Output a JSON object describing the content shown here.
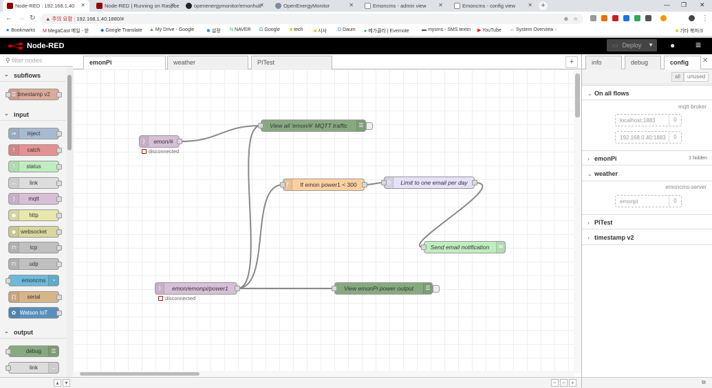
{
  "browser": {
    "tabs": [
      {
        "title": "Node-RED : 192.168.1.40",
        "active": true
      },
      {
        "title": "Node-RED | Running on Raspbe",
        "active": false
      },
      {
        "title": "openenergymonitor/emonhub",
        "active": false
      },
      {
        "title": "OpenEnergyMonitor",
        "active": false
      },
      {
        "title": "Emoncms - admin view",
        "active": false
      },
      {
        "title": "Emoncms - config view",
        "active": false
      }
    ],
    "new_tab": "+",
    "security_label": "주의 요함",
    "url": "192.168.1.40:1880/#",
    "bookmarks": [
      "Bookmarks",
      "MegaCast 메일 - 받",
      "Google Translate",
      "My Drive - Google",
      "설정",
      "NAVER",
      "Google",
      "tech",
      "시사",
      "Daum",
      "메가클라 | Evernote",
      "mysms - SMS textin",
      "YouTube",
      "System Overview -"
    ],
    "other_bookmarks": "기타 북마크",
    "colors": {
      "tab_bar": "#dee1e6",
      "warning": "#c5221f"
    }
  },
  "app": {
    "title": "Node-RED",
    "deploy_label": "Deploy",
    "header_color": "#000000"
  },
  "palette": {
    "filter_placeholder": "filter nodes",
    "categories": [
      {
        "name": "subflows",
        "nodes": [
          "timestamp v2"
        ]
      },
      {
        "name": "input",
        "nodes": [
          "inject",
          "catch",
          "status",
          "link",
          "mqtt",
          "http",
          "websocket",
          "tcp",
          "udp",
          "emoncms",
          "serial",
          "Watson IoT"
        ]
      },
      {
        "name": "output",
        "nodes": [
          "debug",
          "link"
        ]
      }
    ]
  },
  "workspace": {
    "tabs": [
      "emonPi",
      "weather",
      "PITest"
    ],
    "active_tab": "emonPi",
    "add_button": "+",
    "nodes": {
      "mqtt_in_1": {
        "label": "emon/#",
        "status": "disconnected",
        "color": "#d8bfd8"
      },
      "debug_1": {
        "label": "View all 'emon/#' MQTT traffic",
        "color": "#87a980"
      },
      "function_1": {
        "label": "If emon power1 < 300",
        "color": "#fdd0a2"
      },
      "delay_1": {
        "label": "Limit to one email per day",
        "color": "#e6e0f8"
      },
      "email_1": {
        "label": "Send email notification",
        "color": "#c0edc0"
      },
      "mqtt_in_2": {
        "label": "emon/emonpi/power1",
        "status": "disconnected",
        "color": "#d8bfd8"
      },
      "debug_2": {
        "label": "View emonPi power output",
        "color": "#87a980"
      }
    },
    "zoom_buttons": [
      "−",
      "○",
      "+"
    ]
  },
  "sidebar": {
    "tabs": [
      "info",
      "debug",
      "config"
    ],
    "active_tab": "config",
    "filter_buttons": [
      "all",
      "unused"
    ],
    "sections": {
      "all_flows": {
        "title": "On all flows",
        "type": "mqtt-broker",
        "items": [
          {
            "label": "localhost:1883",
            "count": "0"
          },
          {
            "label": "192.168.0.40:1883",
            "count": "0"
          }
        ]
      },
      "emonpi": {
        "title": "emonPi",
        "hidden": "1 hidden"
      },
      "weather": {
        "title": "weather",
        "type": "emoncms-server",
        "items": [
          {
            "label": "emonpi",
            "count": "0"
          }
        ]
      },
      "pitest": {
        "title": "PITest"
      },
      "timestamp": {
        "title": "timestamp v2"
      }
    }
  }
}
